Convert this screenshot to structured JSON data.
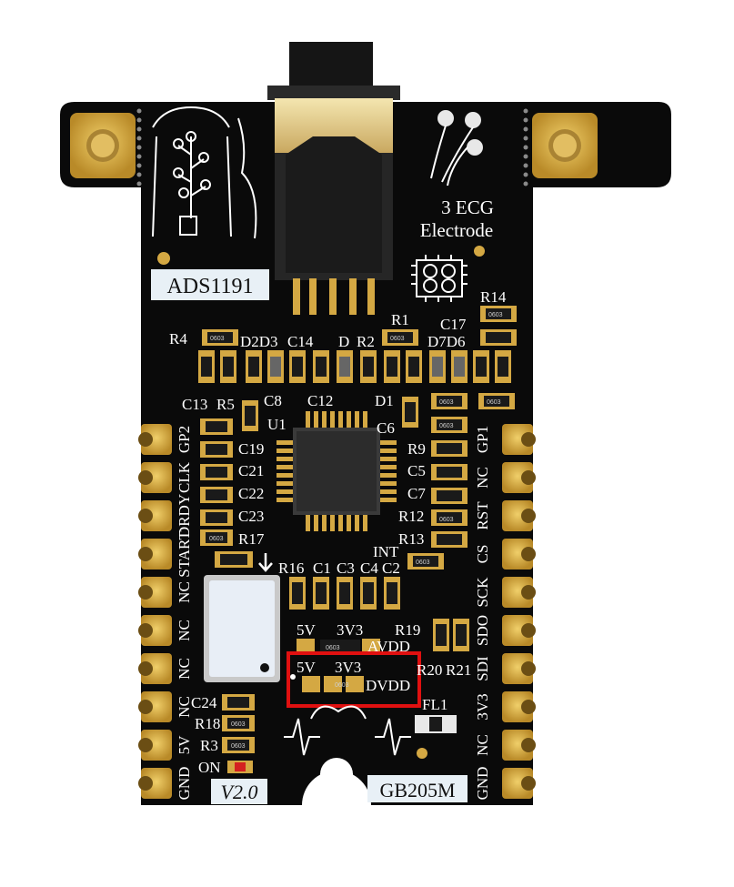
{
  "board": {
    "chip_label": "ADS1191",
    "electrode_label_line1": "3 ECG",
    "electrode_label_line2": "Electrode",
    "version": "V2.0",
    "model": "GB205M",
    "on_label": "ON",
    "int_label": "INT"
  },
  "left_pins": [
    "GP2",
    "CLK",
    "DRDY",
    "START",
    "NC",
    "NC",
    "NC",
    "NC",
    "5V",
    "GND"
  ],
  "right_pins": [
    "GP1",
    "NC",
    "RST",
    "CS",
    "SCK",
    "SDO",
    "SDI",
    "3V3",
    "NC",
    "GND"
  ],
  "components": {
    "r4": "R4",
    "d2d3": "D2D3",
    "c14": "C14",
    "d": "D",
    "r2": "R2",
    "r1": "R1",
    "d7d6": "D7D6",
    "r14": "R14",
    "c17": "C17",
    "c13": "C13",
    "r5": "R5",
    "c8": "C8",
    "c12": "C12",
    "d1": "D1",
    "u1": "U1",
    "c6": "C6",
    "c19": "C19",
    "r9": "R9",
    "c21": "C21",
    "c5": "C5",
    "c22": "C22",
    "c7": "C7",
    "c23": "C23",
    "r12": "R12",
    "r17": "R17",
    "r13": "R13",
    "r16": "R16",
    "c1": "C1",
    "c3": "C3",
    "c4": "C4",
    "c2": "C2",
    "r19": "R19",
    "r20": "R20",
    "r21": "R21",
    "fl1": "FL1",
    "c24": "C24",
    "r18": "R18",
    "r3": "R3"
  },
  "jumpers": {
    "avdd": {
      "opt1": "5V",
      "opt2": "3V3",
      "name": "AVDD"
    },
    "dvdd": {
      "opt1": "5V",
      "opt2": "3V3",
      "name": "DVDD"
    }
  },
  "smd_code": "0603",
  "colors": {
    "pcb": "#0a0a0a",
    "pad_gold": "#d4a843",
    "silkscreen": "#ffffff",
    "highlight_box": "#e01010",
    "led_red": "#d42020",
    "jack_gold": "#e8d290"
  }
}
